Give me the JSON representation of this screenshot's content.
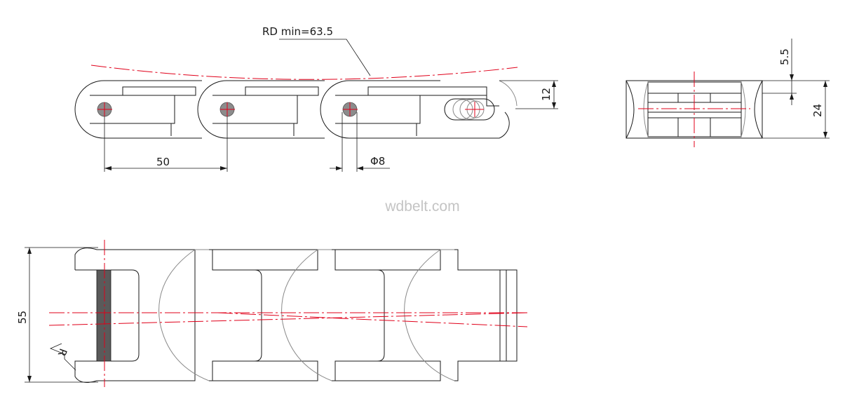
{
  "dimensions": {
    "rd_min": "RD min=63.5",
    "pitch": "50",
    "pin_diameter": "Φ8",
    "plate_height": "12",
    "top_thickness": "5.5",
    "side_height": "24",
    "width": "55",
    "radius": "R"
  },
  "watermark": "wdbelt.com",
  "colors": {
    "outline": "#1a1a1a",
    "centerline": "#e0001a",
    "pin": "#8c8c8c",
    "pin_bar": "#5a5a5a"
  }
}
